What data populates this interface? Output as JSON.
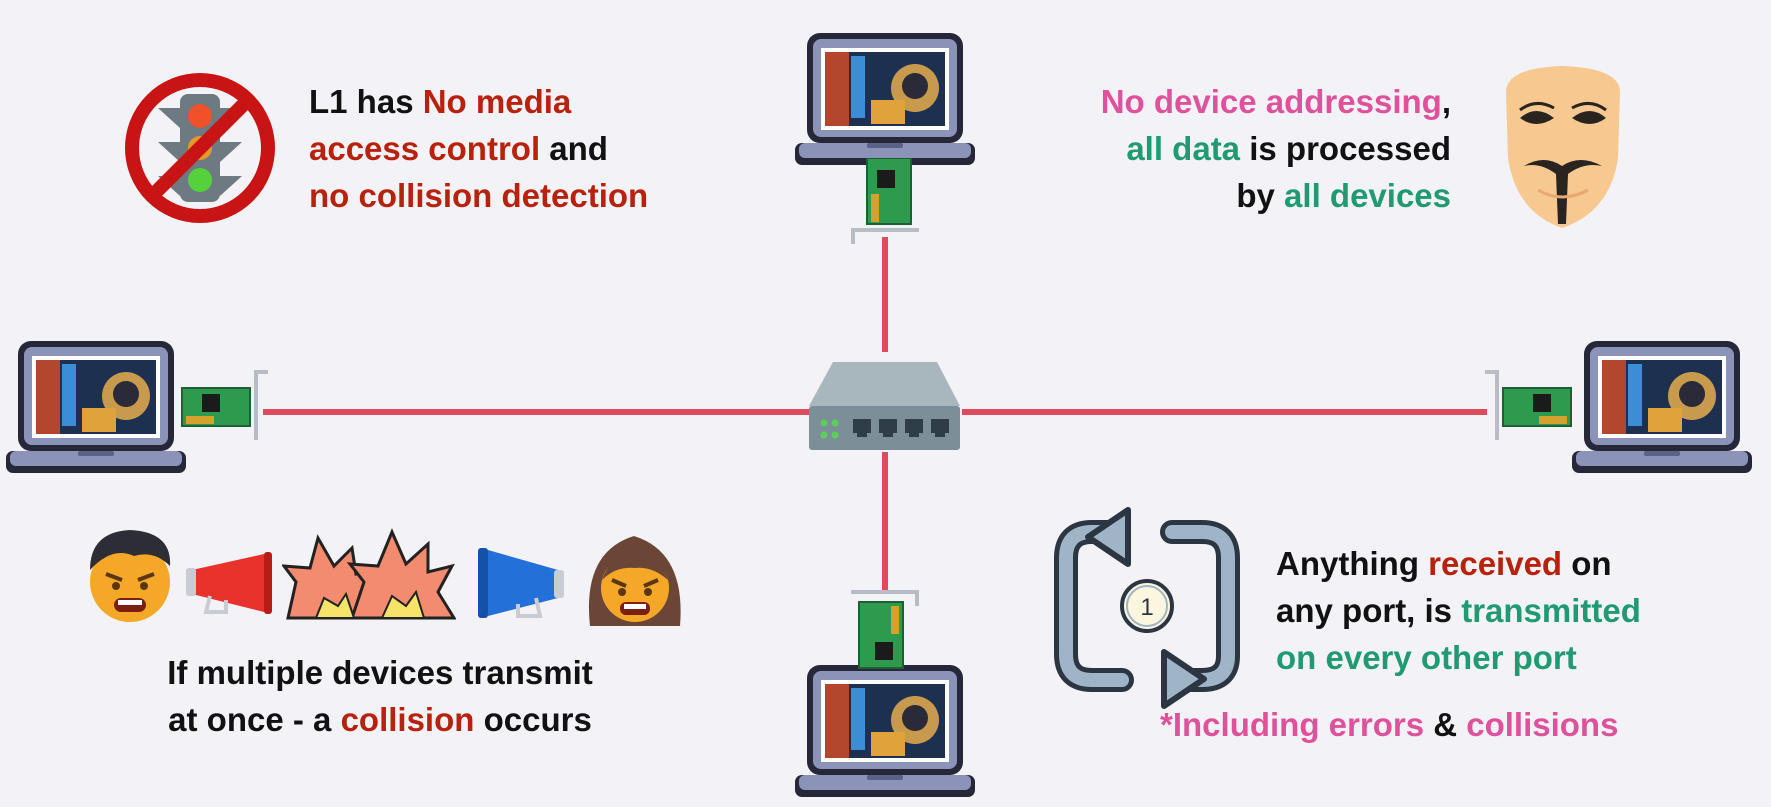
{
  "colors": {
    "wire": "#de4b5d",
    "red": "#b8220c",
    "green": "#1f9a72",
    "pink": "#e0519c",
    "background": "#f3f2f6",
    "hub_body": "#8fa4ae",
    "nic_board": "#2e9a4e"
  },
  "notes": {
    "media_access": {
      "line1_a": "L1 has ",
      "line1_b": "No media",
      "line2_a": "access control",
      "line2_b": " and",
      "line3_a": "no collision detection"
    },
    "addressing": {
      "line1_a": "No device addressing",
      "line1_b": ",",
      "line2_a": "all data",
      "line2_b": " is processed",
      "line3_a": "by ",
      "line3_b": "all devices"
    },
    "collision": {
      "line1": "If multiple devices transmit",
      "line2_a": "at once - a ",
      "line2_b": "collision",
      "line2_c": " occurs"
    },
    "repeat": {
      "line1_a": "Anything ",
      "line1_b": "received",
      "line1_c": " on",
      "line2_a": "any port, is ",
      "line2_b": "transmitted",
      "line3_a": "on every other port",
      "footnote_a": "*Including errors",
      "footnote_b": " & ",
      "footnote_c": "collisions",
      "badge": "1"
    }
  },
  "icons": {
    "no_signal": "no-traffic-light-icon",
    "mask": "anonymous-mask-icon",
    "shout_left": "angry-man-icon",
    "megaphone_left": "red-megaphone-icon",
    "crash": "explosion-icon",
    "megaphone_right": "blue-megaphone-icon",
    "shout_right": "angry-woman-icon",
    "cycle": "repeat-cycle-icon"
  }
}
